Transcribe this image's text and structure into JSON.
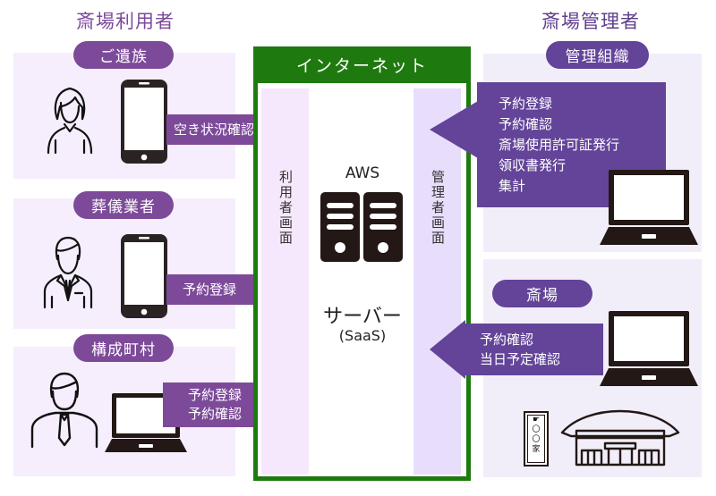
{
  "left_section": {
    "title": "斎場利用者",
    "groups": [
      {
        "label": "ご遺族",
        "device": "smartphone-icon",
        "person": "woman-icon",
        "arrow_lines": [
          "空き状況確認"
        ]
      },
      {
        "label": "葬儀業者",
        "device": "smartphone-icon",
        "person": "businessman-icon",
        "arrow_lines": [
          "予約登録"
        ]
      },
      {
        "label": "構成町村",
        "device": "laptop-icon",
        "person": "man-tie-icon",
        "arrow_lines": [
          "予約登録",
          "予約確認"
        ]
      }
    ]
  },
  "center": {
    "header": "インターネット",
    "left_column_label": "利用者画面",
    "right_column_label": "管理者画面",
    "aws_label": "AWS",
    "server_label": "サーバー",
    "server_sub": "(SaaS)"
  },
  "right_section": {
    "title": "斎場管理者",
    "groups": [
      {
        "label": "管理組織",
        "device": "laptop-icon",
        "arrow_lines": [
          "予約登録",
          "予約確認",
          "斎場使用許可証発行",
          "領収書発行",
          "集計"
        ]
      },
      {
        "label": "斎場",
        "device": "laptop-icon",
        "arrow_lines": [
          "予約確認",
          "当日予定確認"
        ],
        "sign_chars": [
          "〇",
          "〇",
          "家"
        ]
      }
    ]
  },
  "colors": {
    "left_purple": "#7d4a9a",
    "right_purple": "#634499",
    "internet_green": "#1e7a0e",
    "left_panel_bg": "#f6eefc",
    "right_panel_bg": "#f1eefa"
  }
}
